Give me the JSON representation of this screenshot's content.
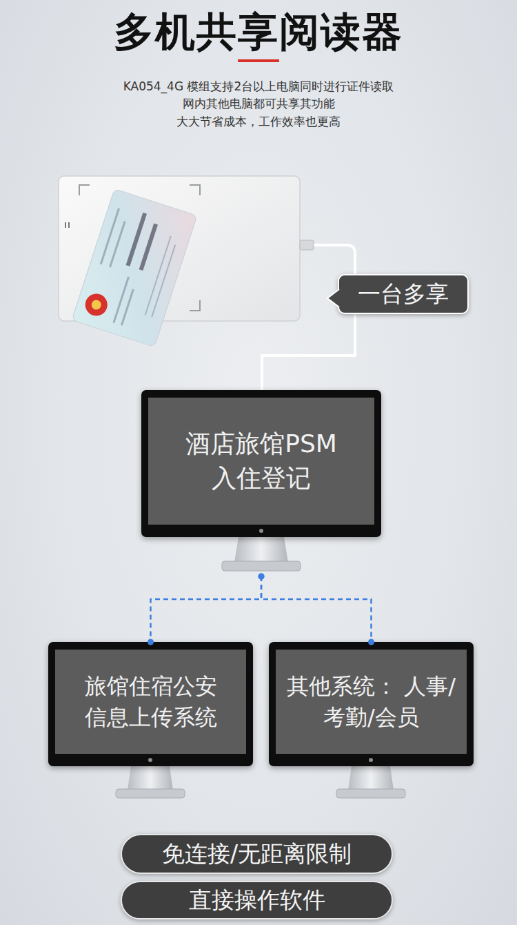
{
  "diagram": {
    "title": "多机共享阅读器",
    "nodes": [
      {
        "text": [
          "一台多享"
        ]
      },
      {
        "text": [
          "酒店旅馆PSM 入住登记"
        ]
      },
      {
        "text": [
          "旅馆住宿公安 信息上传系统"
        ]
      },
      {
        "text": [
          "其他系统： 人事/考勤/会员"
        ]
      },
      {
        "text": [
          "免连接/无距离限制"
        ]
      },
      {
        "text": [
          "直接操作软件"
        ]
      }
    ],
    "edges": [
      {
        "from": 1,
        "to": 2,
        "arrow": "none"
      },
      {
        "from": 1,
        "to": 3,
        "arrow": "none"
      }
    ],
    "labels": [
      "KA054_4G 模组支持2台以上电脑同时进行证件读取",
      "网内其他电脑都可共享其功能",
      "大大节省成本，工作效率也更高"
    ]
  }
}
